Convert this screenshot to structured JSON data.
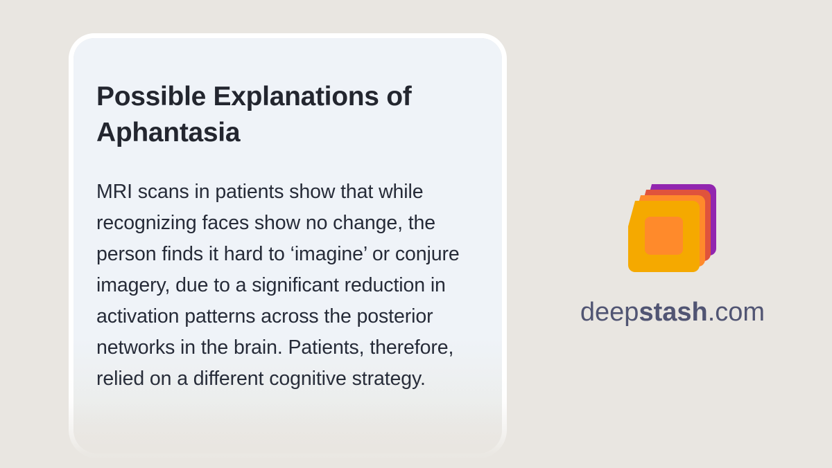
{
  "page": {
    "background_color": "#E9E6E1"
  },
  "card": {
    "background_color": "#EFF3F8",
    "border_color": "#FFFFFF",
    "title": "Possible Explanations of Aphantasia",
    "body": "MRI scans in patients show that while recognizing faces show no change, the person finds it hard to ‘imagine’ or conjure imagery, due to a significant reduction in activation patterns across the posterior networks in the brain. Patients, therefore, relied on a different cognitive strategy.",
    "title_color": "#23262F",
    "body_color": "#262B38"
  },
  "brand": {
    "name_part_1": "deep",
    "name_part_2": "stash",
    "name_part_3": ".com",
    "text_color": "#515573",
    "logo": {
      "icon_name": "deepstash-stacked-cubes-logo",
      "layers": [
        {
          "name": "back-layer",
          "color": "#9226AF"
        },
        {
          "name": "third-layer",
          "color": "#E0533C"
        },
        {
          "name": "second-layer",
          "color": "#FF8A2B"
        },
        {
          "name": "front-layer",
          "color": "#F5A900"
        }
      ]
    }
  }
}
